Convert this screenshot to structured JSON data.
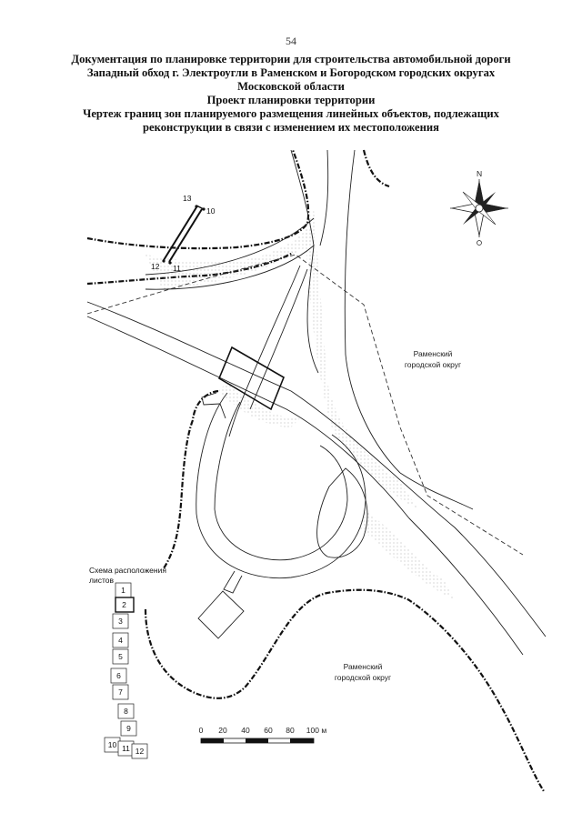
{
  "page_number": "54",
  "titles": [
    "Документация по планировке территории для строительства автомобильной дороги",
    "Западный обход г. Электроугли в Раменском и Богородском городских округах",
    "Московской области",
    "Проект планировки территории",
    "Чертеж границ зон планируемого размещения линейных объектов, подлежащих",
    "реконструкции в связи с изменением их местоположения"
  ],
  "compass": {
    "north_label": "N"
  },
  "points": [
    {
      "label": "13"
    },
    {
      "label": "10"
    },
    {
      "label": "12"
    },
    {
      "label": "11"
    }
  ],
  "area_labels": [
    {
      "line1": "Раменский",
      "line2": "городской округ"
    },
    {
      "line1": "Раменский",
      "line2": "городской округ"
    }
  ],
  "scale_bar": {
    "ticks": [
      "0",
      "20",
      "40",
      "60",
      "80",
      "100 м"
    ]
  },
  "sheet_scheme": {
    "title_line1": "Схема расположения",
    "title_line2": "листов",
    "sheets": [
      "1",
      "2",
      "3",
      "4",
      "5",
      "6",
      "7",
      "8",
      "9",
      "10",
      "11",
      "12"
    ],
    "highlighted_sheet": "2"
  }
}
